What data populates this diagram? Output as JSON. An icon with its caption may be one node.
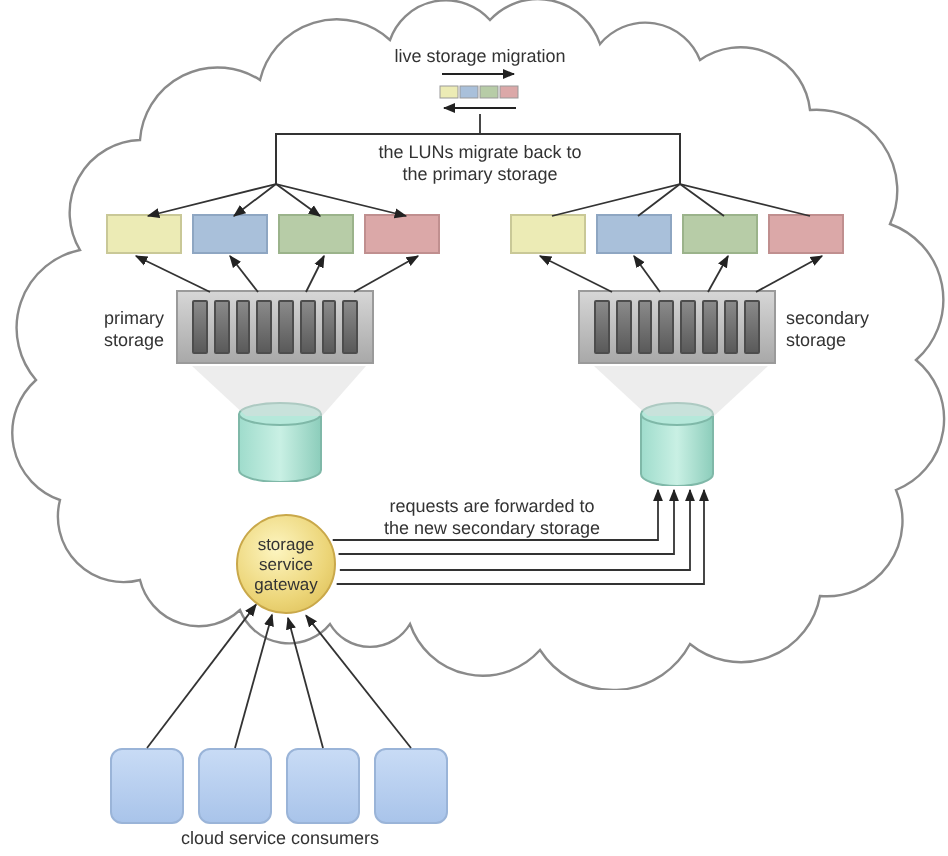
{
  "diagram": {
    "nodes": [
      {
        "text": [],
        "shape": "cloud"
      },
      {
        "text": [],
        "shape": "box",
        "in": 0
      },
      {
        "text": [],
        "shape": "box",
        "in": 0
      },
      {
        "text": [],
        "shape": "box",
        "in": 0
      },
      {
        "text": [],
        "shape": "box",
        "in": 0
      },
      {
        "text": [],
        "shape": "box",
        "in": 0
      },
      {
        "text": [],
        "shape": "box",
        "in": 0
      },
      {
        "text": [],
        "shape": "box",
        "in": 0
      },
      {
        "text": [],
        "shape": "box",
        "in": 0
      },
      {
        "text": [],
        "shape": "box",
        "in": 0,
        "beside": [
          "primary storage"
        ]
      },
      {
        "text": [],
        "shape": "box",
        "in": 0,
        "beside": [
          "secondary storage"
        ]
      },
      {
        "text": [],
        "shape": "cylinder",
        "in": 0
      },
      {
        "text": [],
        "shape": "cylinder",
        "in": 0
      },
      {
        "text": [
          "storage service gateway"
        ],
        "in": 0
      },
      {
        "text": [],
        "shape": "box"
      },
      {
        "text": [],
        "shape": "box"
      },
      {
        "text": [],
        "shape": "box"
      },
      {
        "text": [],
        "shape": "box"
      }
    ],
    "edges": [
      {
        "from": 5,
        "to": 1,
        "arrow": "to",
        "label": "the LUNs migrate back to the primary storage"
      },
      {
        "from": 6,
        "to": 2,
        "arrow": "to"
      },
      {
        "from": 7,
        "to": 3,
        "arrow": "to"
      },
      {
        "from": 8,
        "to": 4,
        "arrow": "to"
      },
      {
        "from": 9,
        "to": 1,
        "arrow": "to"
      },
      {
        "from": 9,
        "to": 2,
        "arrow": "to"
      },
      {
        "from": 9,
        "to": 3,
        "arrow": "to"
      },
      {
        "from": 9,
        "to": 4,
        "arrow": "to"
      },
      {
        "from": 10,
        "to": 5,
        "arrow": "to"
      },
      {
        "from": 10,
        "to": 6,
        "arrow": "to"
      },
      {
        "from": 10,
        "to": 7,
        "arrow": "to"
      },
      {
        "from": 10,
        "to": 8,
        "arrow": "to"
      },
      {
        "from": 13,
        "to": 12,
        "arrow": "to",
        "label": "requests are forwarded to the new secondary storage"
      },
      {
        "from": 13,
        "to": 12,
        "arrow": "to"
      },
      {
        "from": 13,
        "to": 12,
        "arrow": "to"
      },
      {
        "from": 13,
        "to": 12,
        "arrow": "to"
      },
      {
        "from": 14,
        "to": 13,
        "arrow": "to"
      },
      {
        "from": 15,
        "to": 13,
        "arrow": "to"
      },
      {
        "from": 16,
        "to": 13,
        "arrow": "to"
      },
      {
        "from": 17,
        "to": 13,
        "arrow": "to"
      },
      {
        "from": 9,
        "to": 11,
        "arrow": "none"
      },
      {
        "from": 10,
        "to": 12,
        "arrow": "none"
      }
    ],
    "labels": [
      "live storage migration",
      "cloud service consumers"
    ]
  }
}
